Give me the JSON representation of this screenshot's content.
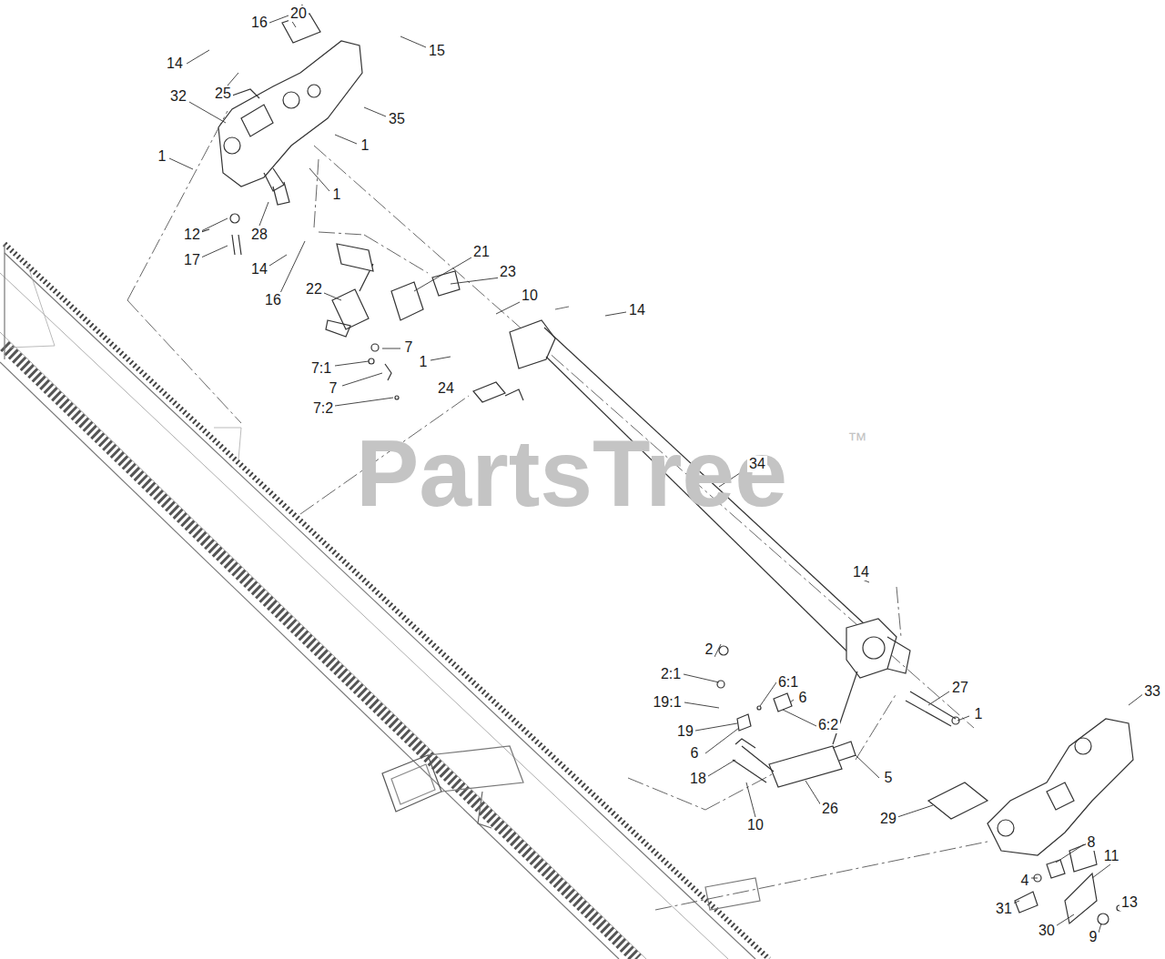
{
  "diagram": {
    "labels": [
      "16",
      "20",
      "14",
      "15",
      "25",
      "32",
      "35",
      "1",
      "1",
      "1",
      "12",
      "28",
      "17",
      "14",
      "16",
      "21",
      "23",
      "22",
      "10",
      "14",
      "7",
      "7:1",
      "7",
      "1",
      "24",
      "7:2",
      "PartsTree",
      "™",
      "34",
      "14",
      "2",
      "2:1",
      "6:1",
      "19:1",
      "6",
      "19",
      "27",
      "1",
      "33",
      "6:2",
      "6",
      "18",
      "5",
      "26",
      "10",
      "29",
      "8",
      "11",
      "4",
      "31",
      "13",
      "30",
      "9"
    ]
  }
}
